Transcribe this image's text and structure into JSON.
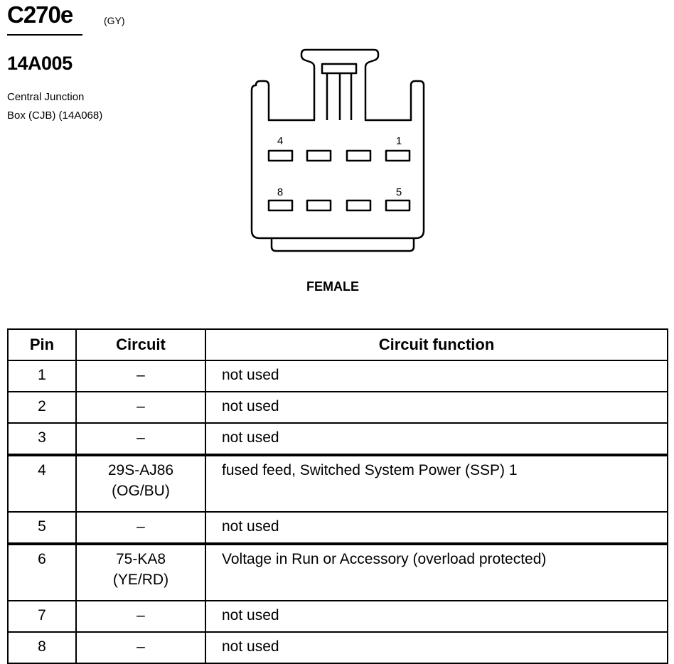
{
  "connector": {
    "id": "C270e",
    "color": "(GY)",
    "part_number": "14A005",
    "description_line1": "Central Junction",
    "description_line2": "Box (CJB) (14A068)",
    "gender": "FEMALE",
    "pin_labels": {
      "top_left": "4",
      "top_right": "1",
      "bottom_left": "8",
      "bottom_right": "5"
    }
  },
  "table": {
    "headers": {
      "pin": "Pin",
      "circuit": "Circuit",
      "function": "Circuit function"
    },
    "rows": [
      {
        "pin": "1",
        "circuit": "–",
        "function": "not used"
      },
      {
        "pin": "2",
        "circuit": "–",
        "function": "not used"
      },
      {
        "pin": "3",
        "circuit": "–",
        "function": "not used"
      },
      {
        "pin": "4",
        "circuit": "29S-AJ86\n(OG/BU)",
        "function": "fused feed, Switched System Power (SSP) 1"
      },
      {
        "pin": "5",
        "circuit": "–",
        "function": "not used"
      },
      {
        "pin": "6",
        "circuit": "75-KA8\n(YE/RD)",
        "function": "Voltage in Run or Accessory (overload protected)"
      },
      {
        "pin": "7",
        "circuit": "–",
        "function": "not used"
      },
      {
        "pin": "8",
        "circuit": "–",
        "function": "not used"
      }
    ]
  }
}
